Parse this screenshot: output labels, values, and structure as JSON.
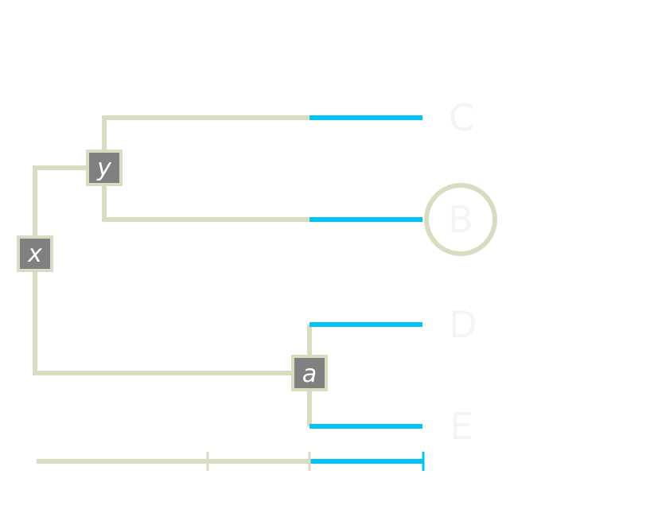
{
  "colors": {
    "branch": "#dadcc1",
    "highlight": "#00c5f3",
    "node_fill": "#808080",
    "node_border": "#dadcc1",
    "node_text": "#ffffff",
    "leaf_text": "#f4f4f4",
    "selection_ring": "#dadcc1"
  },
  "internal_nodes": {
    "root": {
      "label": "x"
    },
    "upper": {
      "label": "y"
    },
    "lower": {
      "label": "a"
    }
  },
  "leaves": {
    "c": {
      "label": "C",
      "highlighted": true
    },
    "b": {
      "label": "B",
      "highlighted": true,
      "selected": true
    },
    "d": {
      "label": "D",
      "highlighted": true
    },
    "e": {
      "label": "E",
      "highlighted": true
    }
  },
  "scale_bar": {
    "tick_count": 4,
    "highlighted_segment": "last"
  }
}
